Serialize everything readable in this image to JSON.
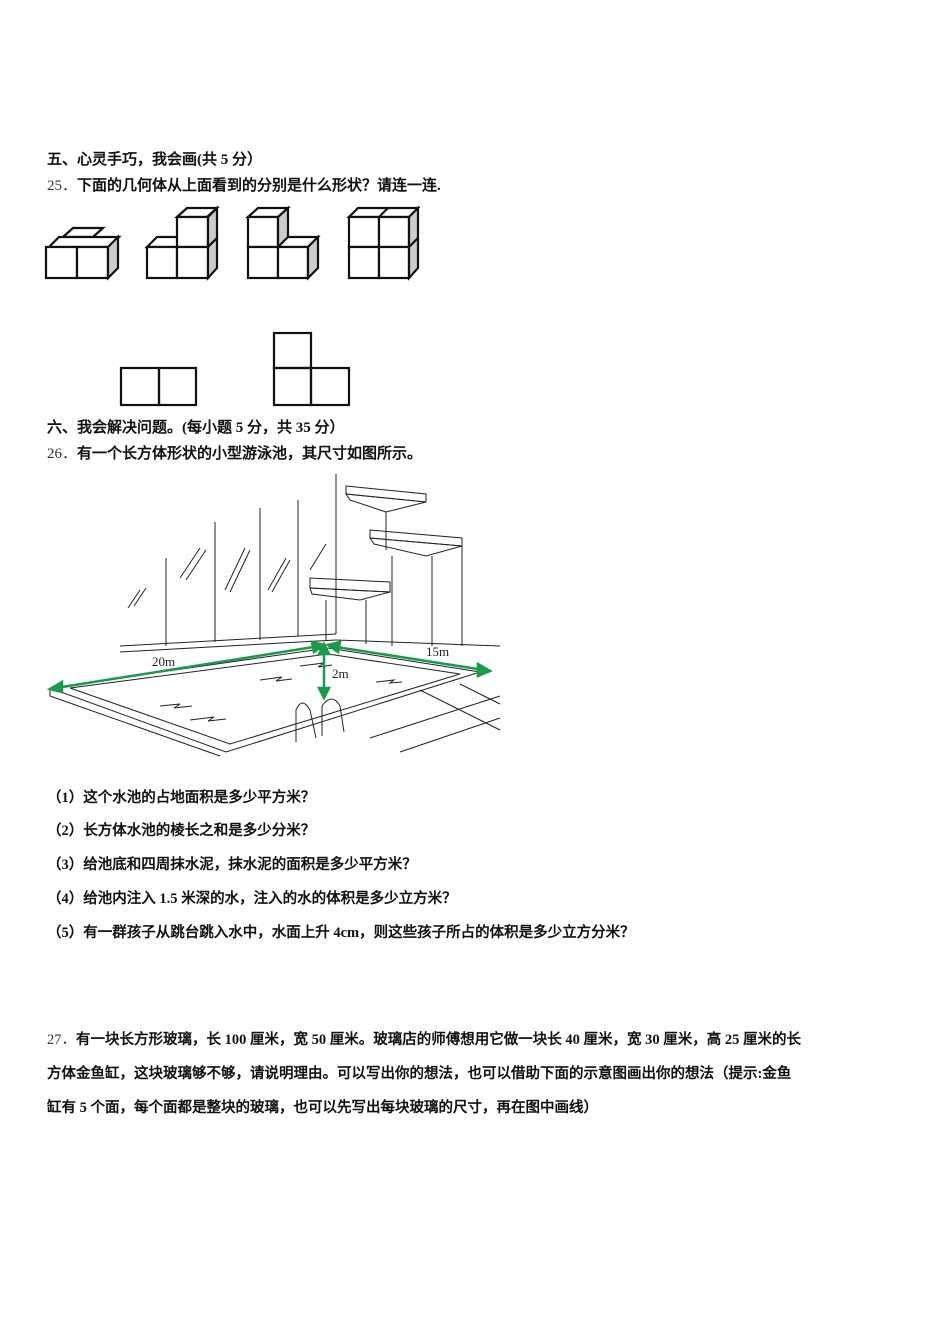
{
  "section5": {
    "heading": "五、心灵手巧，我会画(共 5 分）",
    "q25": {
      "number": "25．",
      "text": "下面的几何体从上面看到的分别是什么形状？请连一连."
    },
    "solids": [
      "solid-1",
      "solid-2",
      "solid-3",
      "solid-4"
    ],
    "top_views": [
      "two-squares-row",
      "L-shape-three-squares"
    ]
  },
  "section6": {
    "heading": "六、我会解决问题。(每小题 5 分，共 35 分）",
    "q26": {
      "number": "26．",
      "text": "有一个长方体形状的小型游泳池，其尺寸如图所示。",
      "figure": {
        "length_label": "20m",
        "width_label": "15m",
        "depth_label": "2m",
        "arrow_color": "#1a9a4a"
      },
      "subquestions": [
        "（1）这个水池的占地面积是多少平方米？",
        "（2）长方体水池的棱长之和是多少分米？",
        "（3）给池底和四周抹水泥，抹水泥的面积是多少平方米？",
        "（4）给池内注入 1.5 米深的水，注入的水的体积是多少立方米？",
        "（5）有一群孩子从跳台跳入水中，水面上升 4cm，则这些孩子所占的体积是多少立方分米？"
      ]
    },
    "q27": {
      "number": "27．",
      "lines": [
        "有一块长方形玻璃，长 100 厘米，宽 50 厘米。玻璃店的师傅想用它做一块长 40 厘米，宽 30 厘米，高 25 厘米的长",
        "方体金鱼缸，这块玻璃够不够，请说明理由。可以写出你的想法，也可以借助下面的示意图画出你的想法（提示:金鱼",
        "缸有 5 个面，每个面都是整块的玻璃，也可以先写出每块玻璃的尺寸，再在图中画线）"
      ]
    }
  }
}
